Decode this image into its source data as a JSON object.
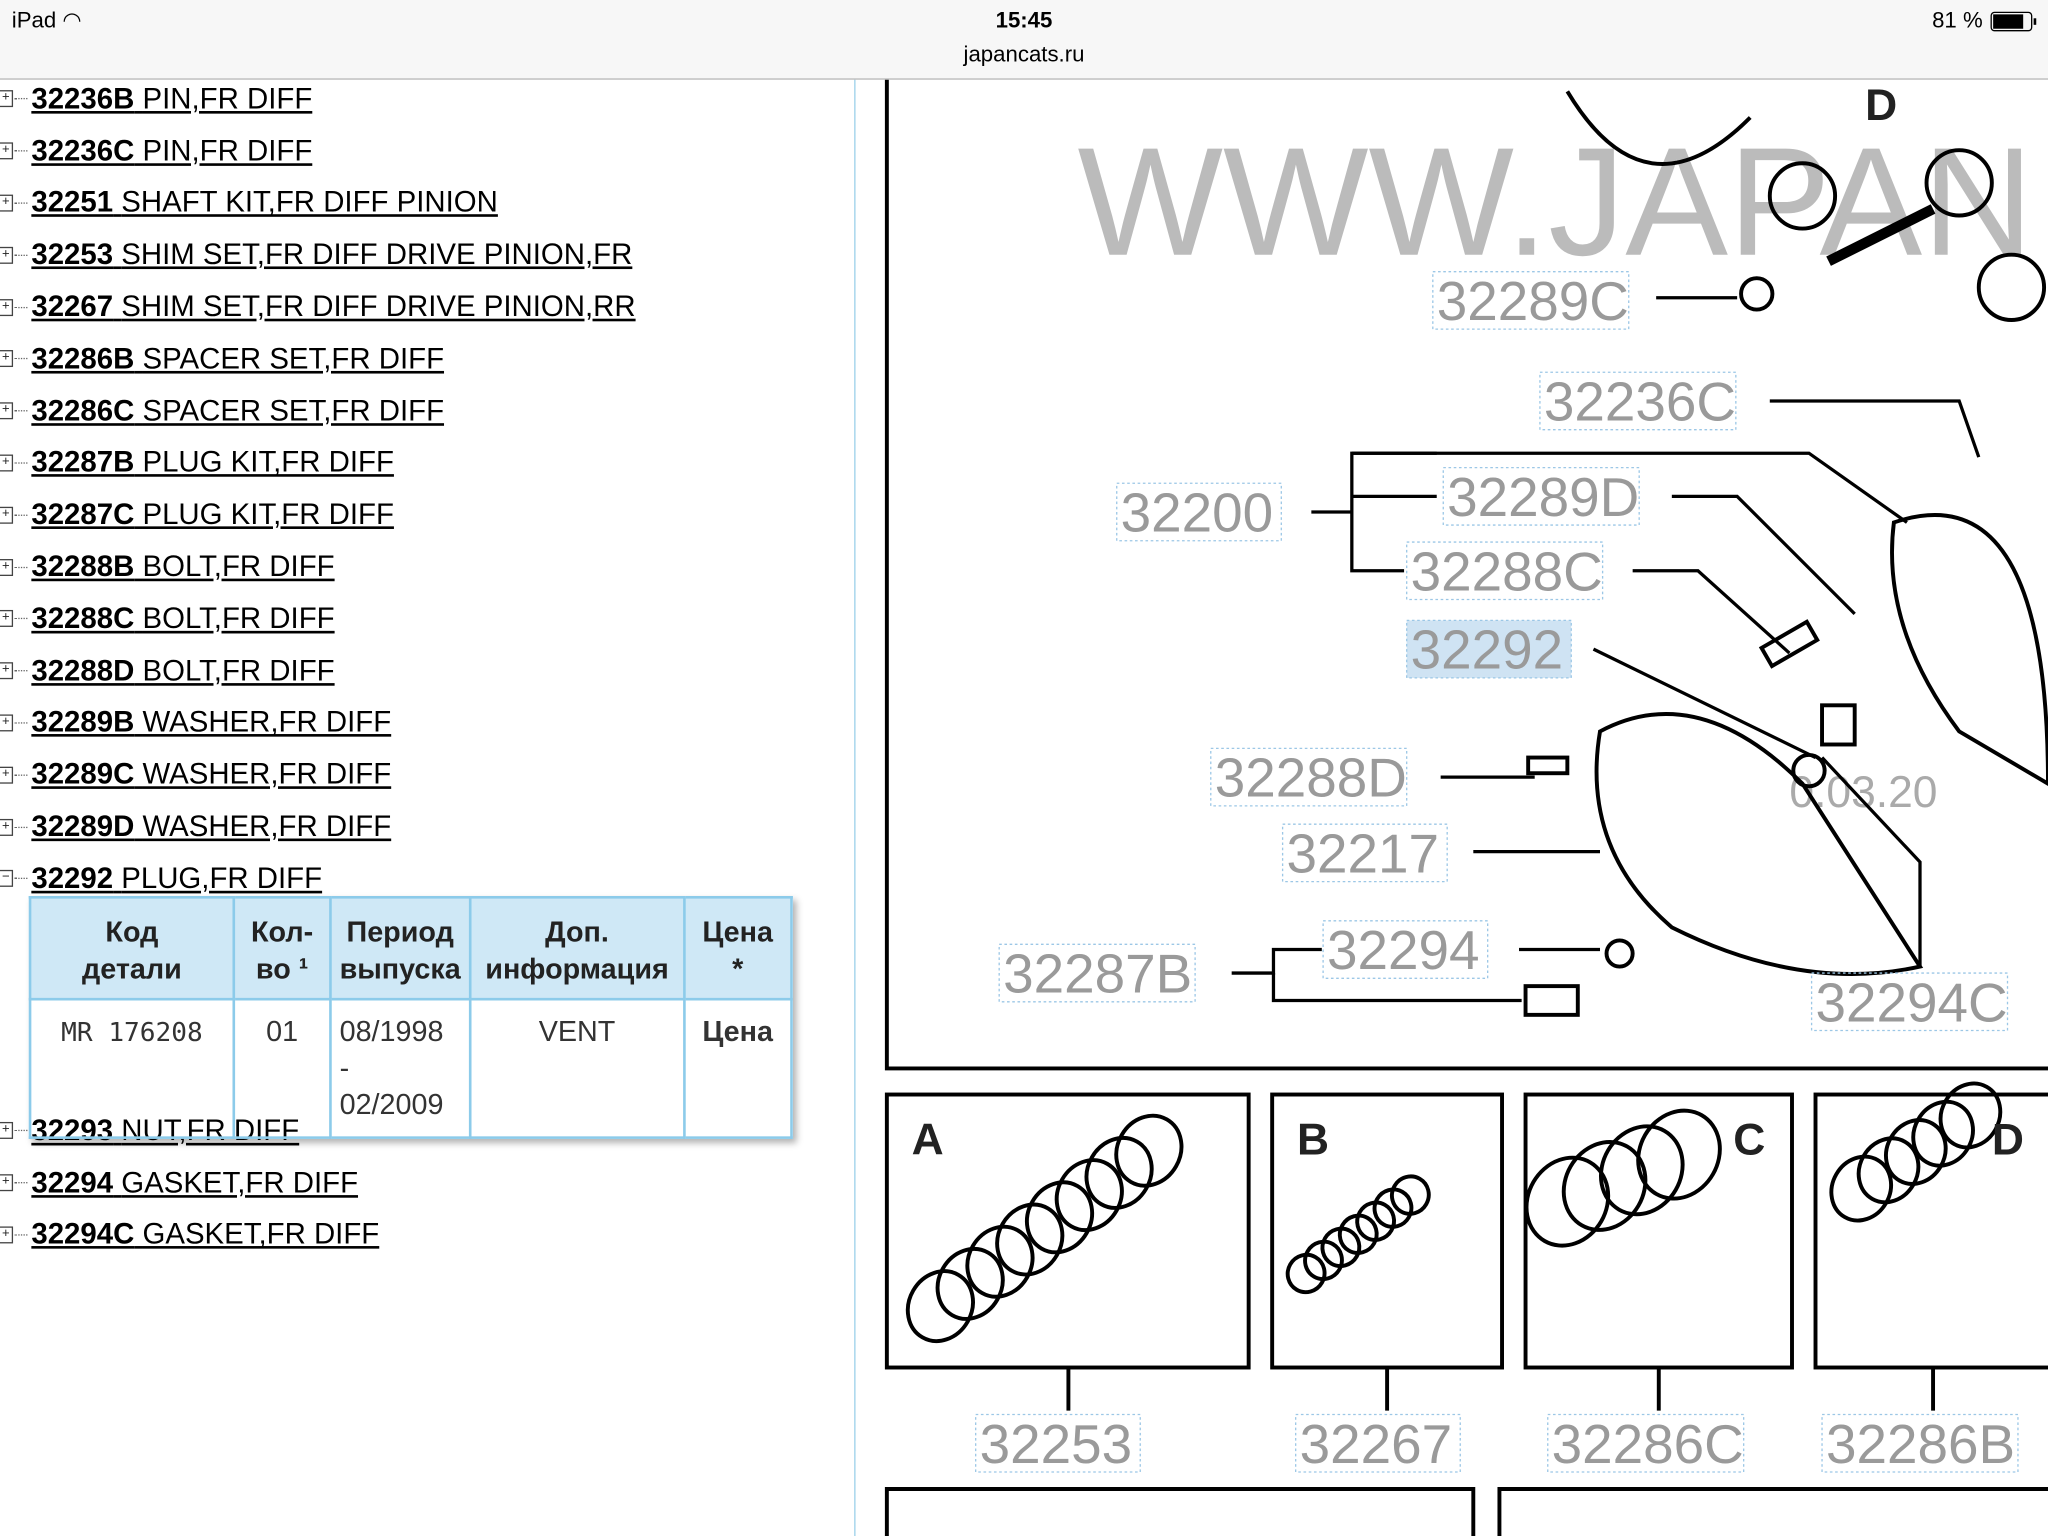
{
  "status_bar": {
    "device": "iPad",
    "time": "15:45",
    "url": "japancats.ru",
    "battery": "81 %",
    "battery_level": 0.81
  },
  "parts_list": [
    {
      "code": "32236B",
      "name": "PIN,FR DIFF",
      "expanded": false
    },
    {
      "code": "32236C",
      "name": "PIN,FR DIFF",
      "expanded": false
    },
    {
      "code": "32251",
      "name": "SHAFT KIT,FR DIFF PINION",
      "expanded": false
    },
    {
      "code": "32253",
      "name": "SHIM SET,FR DIFF DRIVE PINION,FR",
      "expanded": false
    },
    {
      "code": "32267",
      "name": "SHIM SET,FR DIFF DRIVE PINION,RR",
      "expanded": false
    },
    {
      "code": "32286B",
      "name": "SPACER SET,FR DIFF",
      "expanded": false
    },
    {
      "code": "32286C",
      "name": "SPACER SET,FR DIFF",
      "expanded": false
    },
    {
      "code": "32287B",
      "name": "PLUG KIT,FR DIFF",
      "expanded": false
    },
    {
      "code": "32287C",
      "name": "PLUG KIT,FR DIFF",
      "expanded": false
    },
    {
      "code": "32288B",
      "name": "BOLT,FR DIFF",
      "expanded": false
    },
    {
      "code": "32288C",
      "name": "BOLT,FR DIFF",
      "expanded": false
    },
    {
      "code": "32288D",
      "name": "BOLT,FR DIFF",
      "expanded": false
    },
    {
      "code": "32289B",
      "name": "WASHER,FR DIFF",
      "expanded": false
    },
    {
      "code": "32289C",
      "name": "WASHER,FR DIFF",
      "expanded": false
    },
    {
      "code": "32289D",
      "name": "WASHER,FR DIFF",
      "expanded": false
    },
    {
      "code": "32292",
      "name": "PLUG,FR DIFF",
      "expanded": true
    }
  ],
  "parts_list_after": [
    {
      "code": "32293",
      "name": "NUT,FR DIFF"
    },
    {
      "code": "32294",
      "name": "GASKET,FR DIFF"
    },
    {
      "code": "32294C",
      "name": "GASKET,FR DIFF"
    }
  ],
  "detail_table": {
    "headers": [
      [
        "Код",
        "детали"
      ],
      [
        "Кол-",
        "во ¹"
      ],
      [
        "Период",
        "выпуска"
      ],
      [
        "Доп.",
        "информация"
      ],
      [
        "Цена",
        "*"
      ]
    ],
    "row": {
      "part_no": "MR 176208",
      "qty": "01",
      "period": [
        "08/1998 -",
        "02/2009"
      ],
      "info": "VENT",
      "price": "Цена"
    }
  },
  "diagram": {
    "callouts": [
      "32289C",
      "32236C",
      "32200",
      "32289D",
      "32288C",
      "32292",
      "32288D",
      "32217",
      "32287B",
      "32294",
      "32294C"
    ],
    "highlighted": "32292",
    "inset_letters": [
      "D",
      "A",
      "B",
      "C",
      "D"
    ],
    "inset_codes": [
      "32253",
      "32267",
      "32286C",
      "32286B"
    ],
    "watermark": "WWW.JAPAN",
    "date_stamp": "0.03.20"
  },
  "colors": {
    "accent": "#8ccbea",
    "price": "#e00000",
    "callout": "#999999"
  }
}
